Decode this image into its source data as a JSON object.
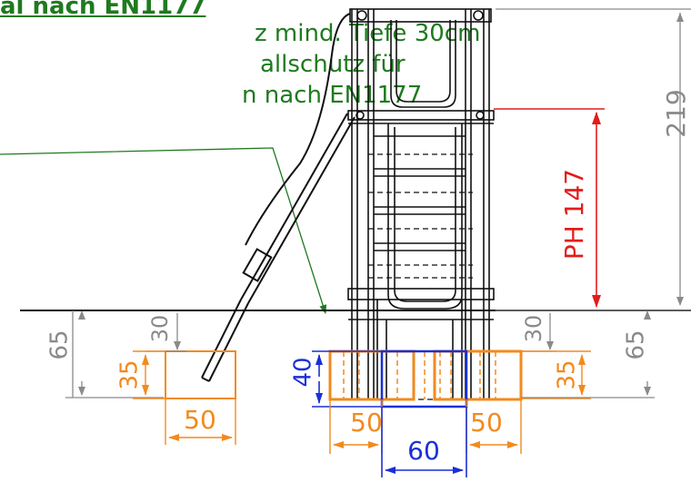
{
  "note": {
    "title": "al nach EN1177",
    "lines": [
      "z mind. Tiefe 30cm",
      "allschutz für",
      "n nach EN1177"
    ]
  },
  "dimensions": {
    "total_height": "219",
    "fall_height": "PH 147",
    "left_depth_65": "65",
    "left_depth_30": "30",
    "left_found_h": "35",
    "left_found_w": "50",
    "center_found_h": "40",
    "center_found_w": "60",
    "right_found_w_left": "50",
    "right_found_w_right": "50",
    "right_depth_30": "30",
    "right_found_h": "35",
    "right_depth_65": "65"
  },
  "colors": {
    "note": "#1f7a1f",
    "structure": "#111111",
    "dimension": "#8a8a8a",
    "fall_height": "#e41b1b",
    "foundation_orange": "#f28a1e",
    "foundation_blue": "#1a2fd6",
    "ground": "#111111"
  }
}
